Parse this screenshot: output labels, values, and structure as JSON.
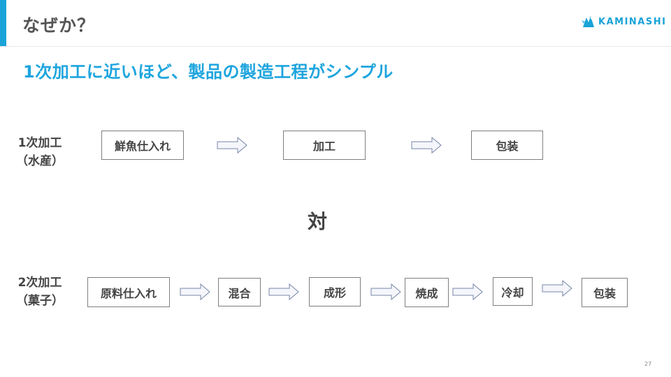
{
  "header": {
    "title": "なぜか？",
    "logo_text": "KAMINASHI",
    "accent_color": "#1aa3d8"
  },
  "subtitle": "1次加工に近いほど、製品の製造工程がシンプル",
  "row1": {
    "label_line1": "1次加工",
    "label_line2": "（水産）",
    "steps": [
      "鮮魚仕入れ",
      "加工",
      "包装"
    ]
  },
  "versus": "対",
  "row2": {
    "label_line1": "2次加工",
    "label_line2": "（菓子）",
    "steps": [
      "原料仕入れ",
      "混合",
      "成形",
      "焼成",
      "冷却",
      "包装"
    ]
  },
  "page_number": "27"
}
